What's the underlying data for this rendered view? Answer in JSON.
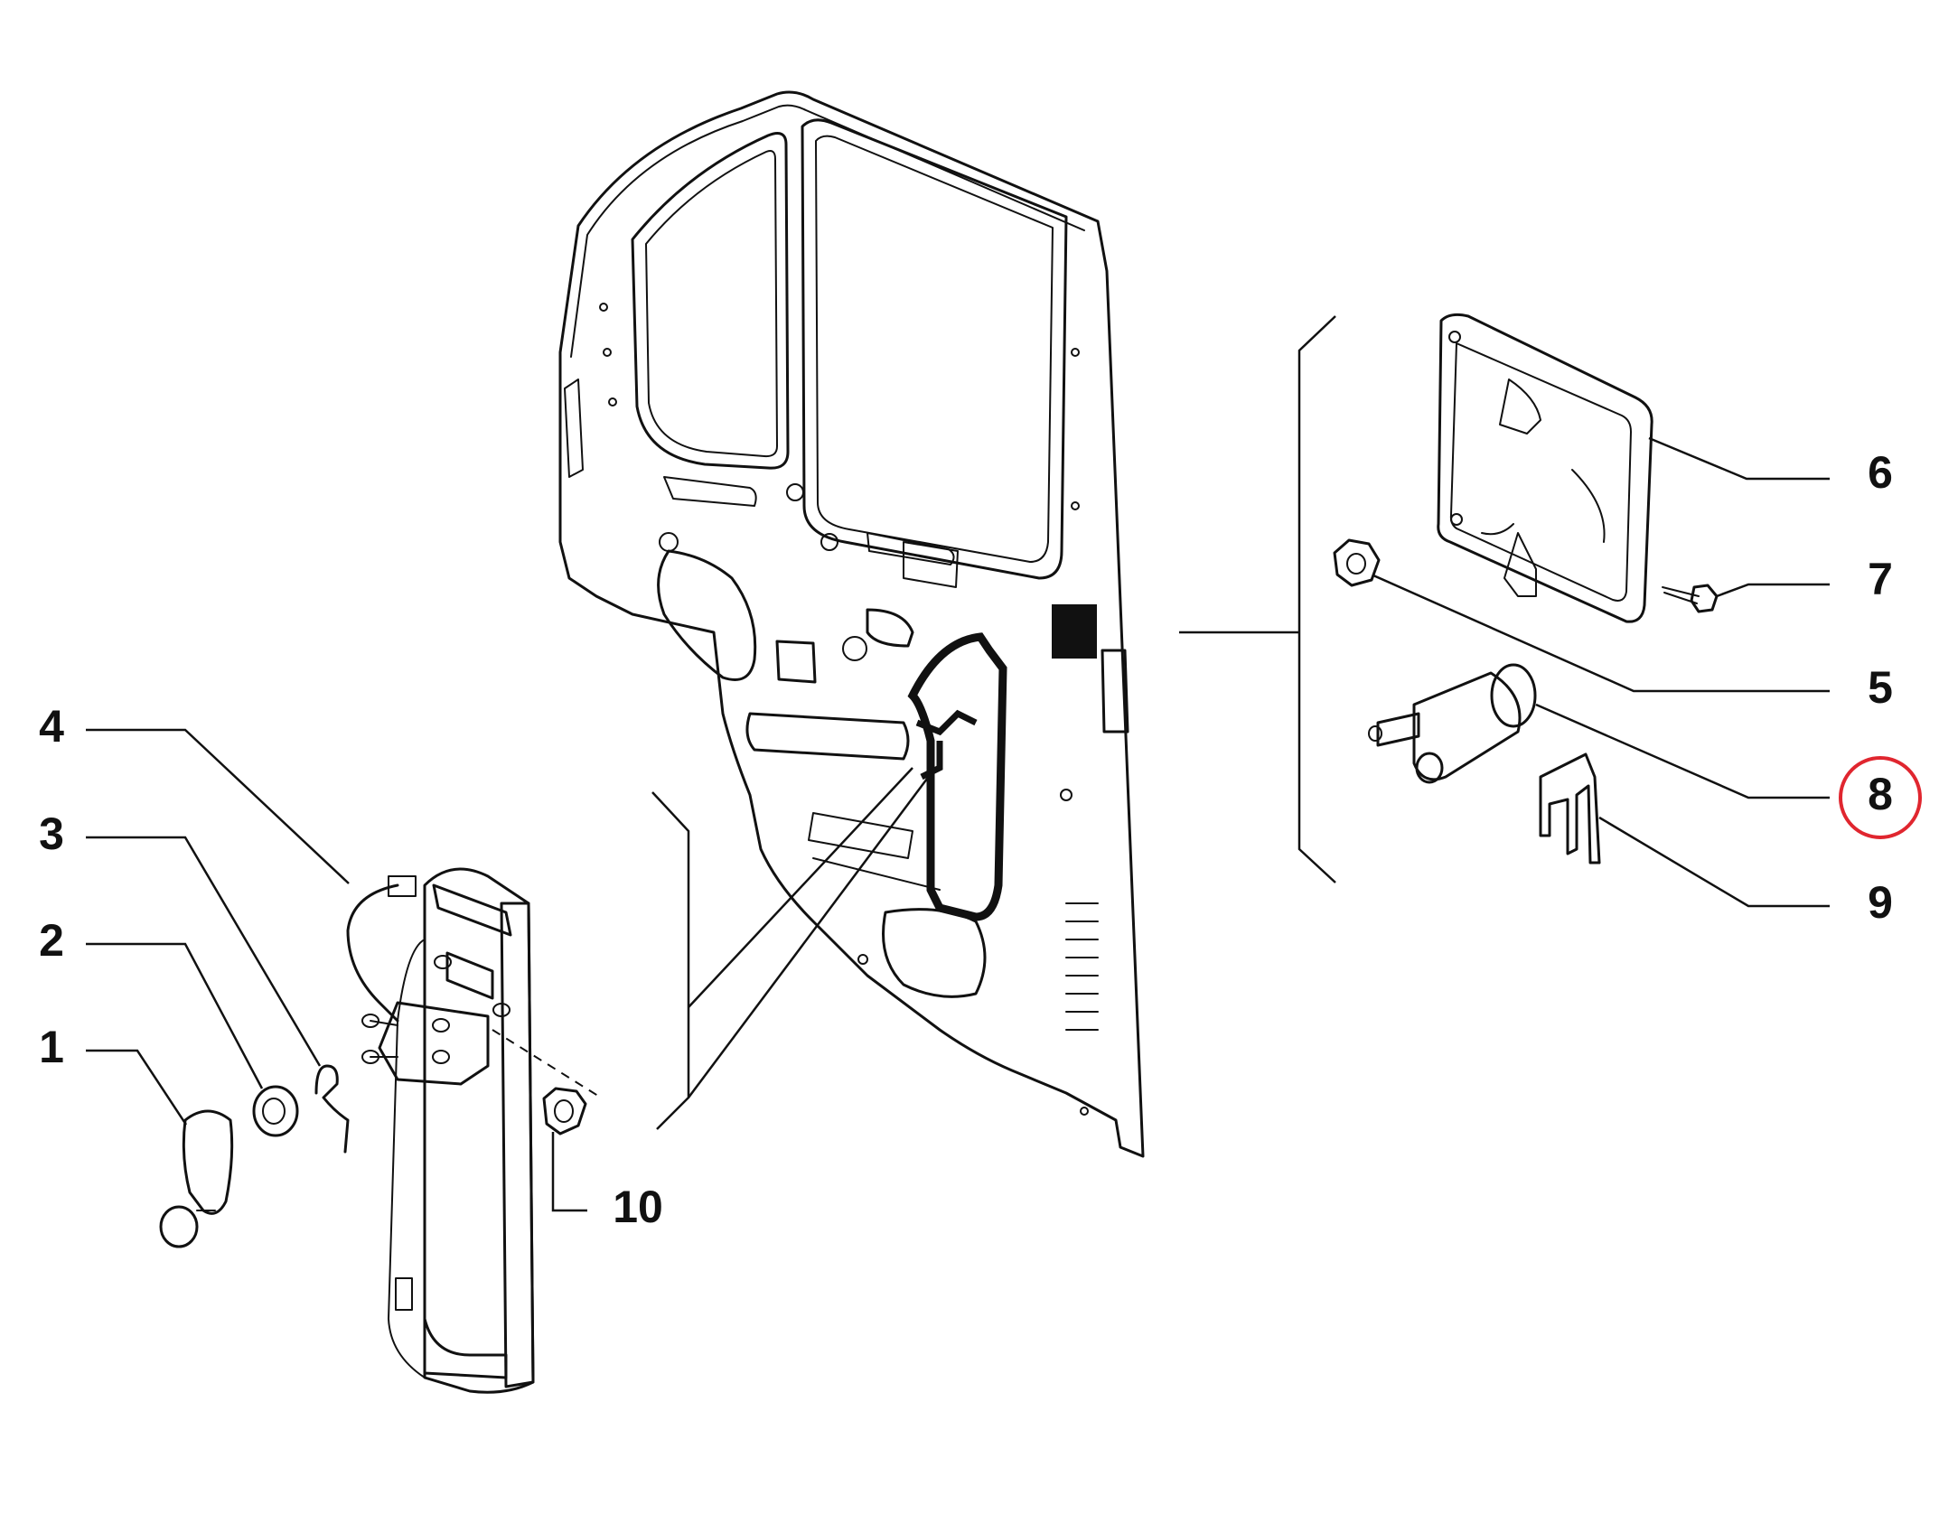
{
  "callouts": [
    {
      "id": "1",
      "label": "1"
    },
    {
      "id": "2",
      "label": "2"
    },
    {
      "id": "3",
      "label": "3"
    },
    {
      "id": "4",
      "label": "4"
    },
    {
      "id": "5",
      "label": "5"
    },
    {
      "id": "6",
      "label": "6"
    },
    {
      "id": "7",
      "label": "7"
    },
    {
      "id": "8",
      "label": "8"
    },
    {
      "id": "9",
      "label": "9"
    },
    {
      "id": "10",
      "label": "10"
    }
  ],
  "highlighted_callout": "8",
  "colors": {
    "line": "#111111",
    "highlight": "#e0262f",
    "background": "#ffffff"
  }
}
